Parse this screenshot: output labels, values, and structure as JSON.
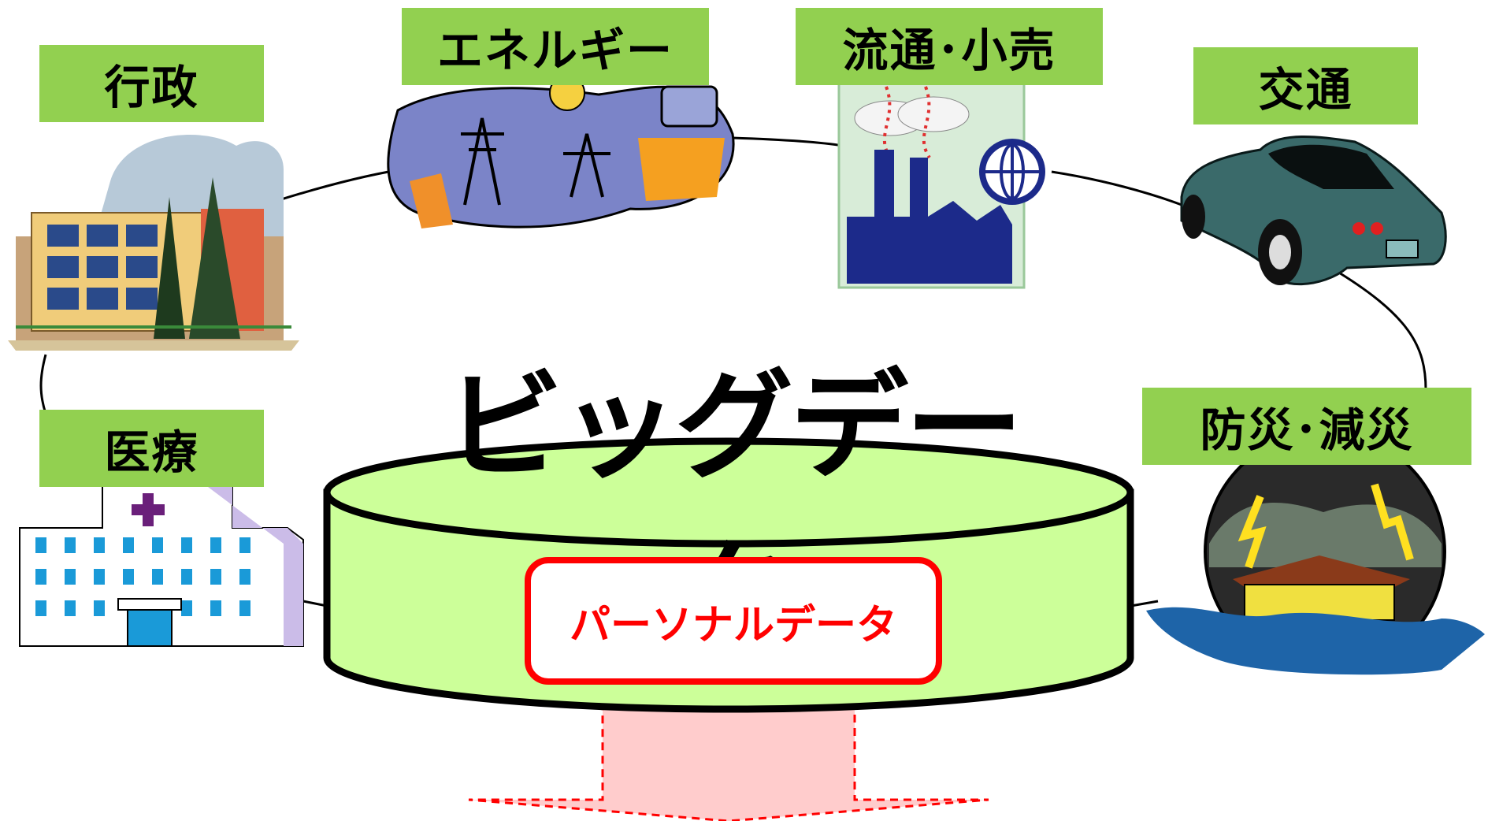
{
  "title": "ビッグデータ",
  "personal_data_label": "パーソナルデータ",
  "categories": {
    "gyosei": "行政",
    "energy": "エネルギー",
    "ryutsu": "流通･小売",
    "kotsu": "交通",
    "iryo": "医療",
    "bousai": "防災･減災"
  },
  "colors": {
    "label_bg": "#92d050",
    "cylinder_fill": "#ccff99",
    "personal_border": "#ff0000",
    "arrow_fill": "#ffcccc"
  },
  "icons": {
    "gyosei": "government-building-icon",
    "energy": "power-line-icon",
    "ryutsu": "factory-globe-icon",
    "kotsu": "sports-car-icon",
    "iryo": "hospital-icon",
    "bousai": "flood-storm-icon"
  }
}
